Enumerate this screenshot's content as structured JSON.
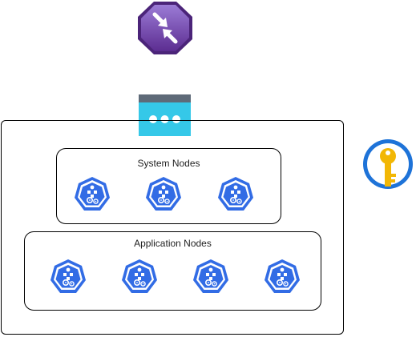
{
  "icons": {
    "front_door": {
      "name": "front-door-icon",
      "color_dark": "#5c2d91",
      "color_light": "#8a64c8"
    },
    "gateway": {
      "name": "app-gateway-icon",
      "color_bar": "#5e6a78",
      "color_body": "#35c8e8"
    },
    "key_vault": {
      "name": "key-vault-icon",
      "color_ring": "#1e73d8",
      "color_key": "#f2b705"
    },
    "node": {
      "name": "kubernetes-node-icon",
      "color": "#326ce5"
    }
  },
  "groups": {
    "system": {
      "label": "System Nodes",
      "node_count": 3
    },
    "application": {
      "label": "Application Nodes",
      "node_count": 4
    }
  }
}
